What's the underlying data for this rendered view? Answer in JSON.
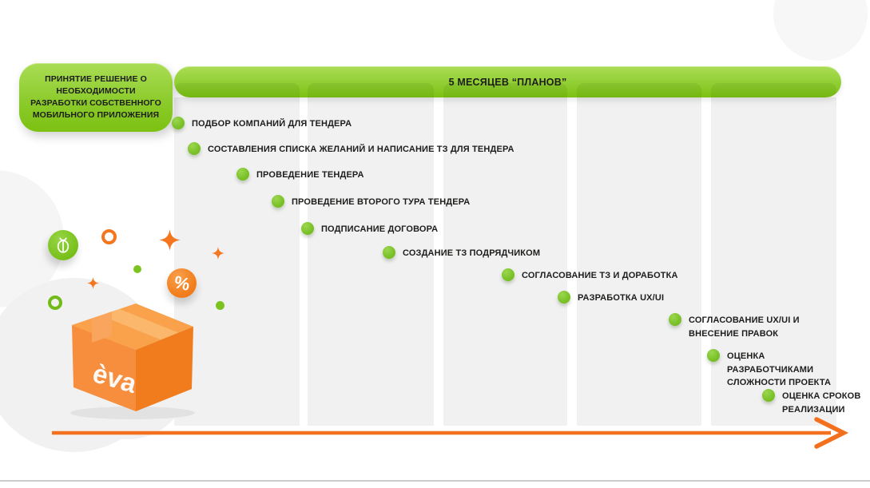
{
  "decision_box": {
    "label": "ПРИНЯТИЕ РЕШЕНИЕ О НЕОБХОДИМОСТИ РАЗРАБОТКИ СОБСТВЕННОГО МОБИЛЬНОГО ПРИЛОЖЕНИЯ"
  },
  "timeline": {
    "header_label": "5 МЕСЯЦЕВ “ПЛАНОВ”",
    "column_count": 5,
    "tasks": [
      {
        "label": "ПОДБОР КОМПАНИЙ ДЛЯ ТЕНДЕРА"
      },
      {
        "label": "СОСТАВЛЕНИЯ СПИСКА ЖЕЛАНИЙ И НАПИСАНИЕ ТЗ ДЛЯ ТЕНДЕРА"
      },
      {
        "label": "ПРОВЕДЕНИЕ ТЕНДЕРА"
      },
      {
        "label": "ПРОВЕДЕНИЕ ВТОРОГО ТУРА ТЕНДЕРА"
      },
      {
        "label": "ПОДПИСАНИЕ ДОГОВОРА"
      },
      {
        "label": "СОЗДАНИЕ ТЗ ПОДРЯДЧИКОМ"
      },
      {
        "label": "СОГЛАСОВАНИЕ ТЗ И ДОРАБОТКА"
      },
      {
        "label": "РАЗРАБОТКА UX/UI"
      },
      {
        "label": "СОГЛАСОВАНИЕ UX/UI И ВНЕСЕНИЕ ПРАВОК"
      },
      {
        "label": "ОЦЕНКА РАЗРАБОТЧИКАМИ СЛОЖНОСТИ ПРОЕКТА"
      },
      {
        "label": "ОЦЕНКА СРОКОВ РЕАЛИЗАЦИИ"
      }
    ]
  },
  "illustration": {
    "box_logo_text": "èva",
    "percent_badge_text": "%",
    "icons": [
      "ladybug-icon",
      "percent-icon",
      "sparkle-icon",
      "ring-icon",
      "dot-icon",
      "box-icon"
    ]
  },
  "colors": {
    "accent_green": "#7CC112",
    "accent_green_light": "#AADD55",
    "accent_orange": "#F3701E",
    "text_dark": "#1D1D1B",
    "column_gray": "#F1F1F2"
  }
}
